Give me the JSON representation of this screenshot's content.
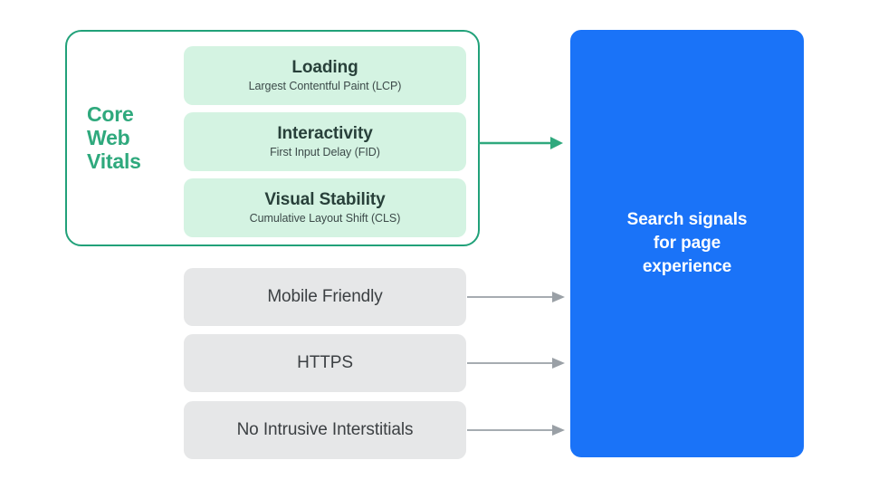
{
  "diagram": {
    "title": "Search signals for page experience",
    "colors": {
      "core_web_vitals_border": "#21a179",
      "core_web_vitals_label": "#2fa97d",
      "metric_card_background": "#d4f3e2",
      "signal_card_background": "#e6e7e8",
      "output_panel_background": "#1a73f8",
      "green_arrow": "#2fa97d",
      "gray_arrow": "#9aa0a6",
      "metric_title_text": "#28403a",
      "signal_label_text": "#3c4043",
      "output_text": "#ffffff"
    }
  },
  "core_web_vitals": {
    "group_label": "Core\nWeb\nVitals",
    "group_label_lines": [
      "Core",
      "Web",
      "Vitals"
    ],
    "metrics": [
      {
        "title": "Loading",
        "subtitle": "Largest Contentful Paint (LCP)",
        "abbr": "LCP"
      },
      {
        "title": "Interactivity",
        "subtitle": "First Input Delay (FID)",
        "abbr": "FID"
      },
      {
        "title": "Visual Stability",
        "subtitle": "Cumulative Layout Shift (CLS)",
        "abbr": "CLS"
      }
    ]
  },
  "other_signals": [
    {
      "label": "Mobile Friendly"
    },
    {
      "label": "HTTPS"
    },
    {
      "label": "No Intrusive Interstitials"
    }
  ],
  "output": {
    "label": "Search signals\nfor page\nexperience",
    "label_lines": [
      "Search signals",
      "for page",
      "experience"
    ]
  },
  "connectors": [
    {
      "name": "core-web-vitals-to-output",
      "color": "#2fa97d",
      "style": "arrow"
    },
    {
      "name": "mobile-friendly-to-output",
      "color": "#9aa0a6",
      "style": "arrow"
    },
    {
      "name": "https-to-output",
      "color": "#9aa0a6",
      "style": "arrow"
    },
    {
      "name": "no-intrusive-interstitials-to-output",
      "color": "#9aa0a6",
      "style": "arrow"
    }
  ]
}
